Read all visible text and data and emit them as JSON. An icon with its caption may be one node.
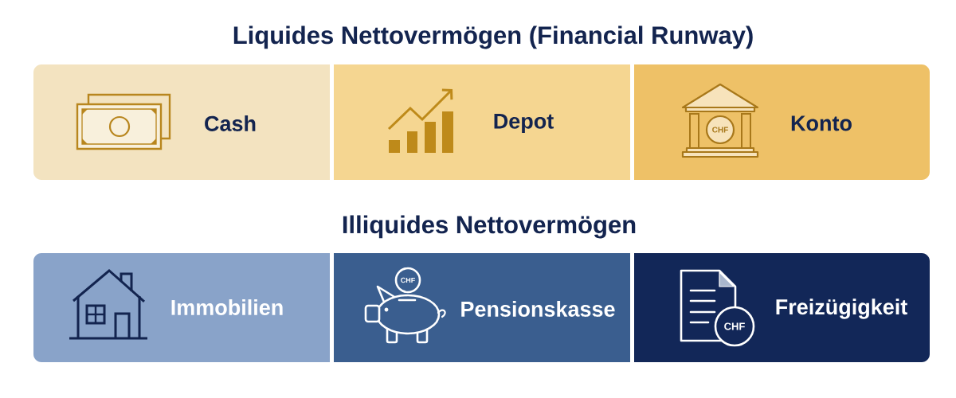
{
  "diagram": {
    "nodes": [
      {
        "text": [
          "Cash"
        ]
      },
      {
        "text": [
          "Depot"
        ]
      },
      {
        "text": [
          "CHF",
          "Konto"
        ]
      },
      {
        "text": [
          "Immobilien"
        ]
      },
      {
        "text": [
          "CHF",
          "Pensionskasse"
        ]
      },
      {
        "text": [
          "CHF",
          "Freizügigkeit"
        ]
      }
    ],
    "labels": [
      "Liquides Nettovermögen (Financial Runway)",
      "Illiquides Nettovermögen"
    ]
  }
}
